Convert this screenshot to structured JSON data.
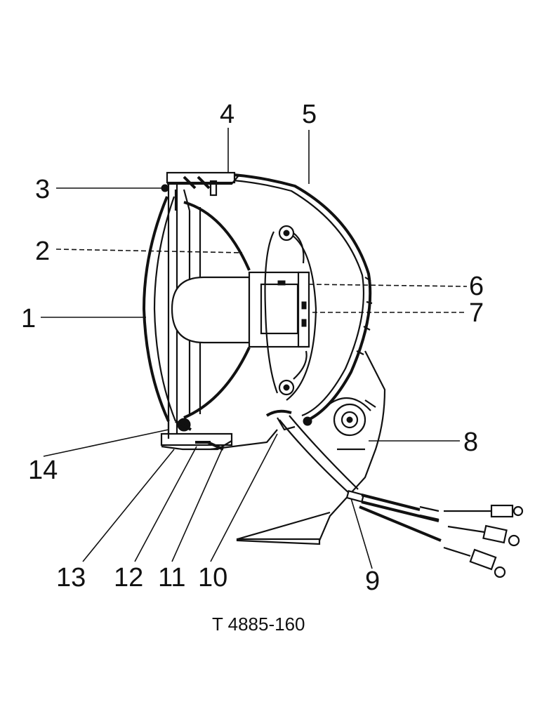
{
  "figure": {
    "reference": "T 4885-160",
    "callouts": [
      "1",
      "2",
      "3",
      "4",
      "5",
      "6",
      "7",
      "8",
      "9",
      "10",
      "11",
      "12",
      "13",
      "14"
    ]
  }
}
